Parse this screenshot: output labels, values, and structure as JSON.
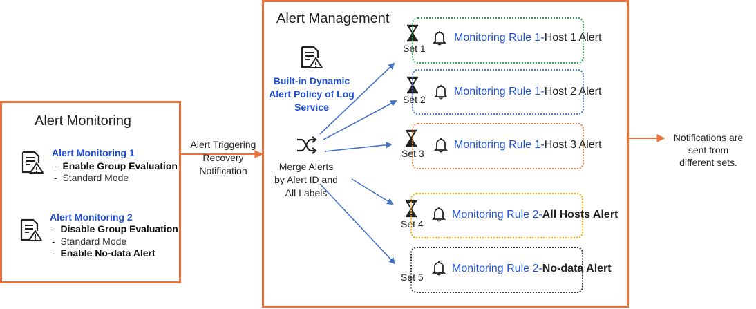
{
  "alert_monitoring": {
    "title": "Alert Monitoring",
    "items": [
      {
        "name": "Alert Monitoring 1",
        "lines": [
          {
            "bullet": "-",
            "text": "Enable Group Evaluation",
            "bold": true
          },
          {
            "bullet": "-",
            "text": "Standard Mode",
            "bold": false
          }
        ]
      },
      {
        "name": "Alert Monitoring 2",
        "lines": [
          {
            "bullet": "-",
            "text": "Disable Group Evaluation",
            "bold": true
          },
          {
            "bullet": "-",
            "text": "Standard Mode",
            "bold": false
          },
          {
            "bullet": "-",
            "text": "Enable No-data Alert",
            "bold": true
          }
        ]
      }
    ]
  },
  "trigger_label": {
    "line1": "Alert Triggering",
    "line2": "Recovery",
    "line3": "Notification"
  },
  "alert_management": {
    "title": "Alert Management",
    "policy": {
      "line1": "Built-in Dynamic",
      "line2": "Alert Policy of Log",
      "line3": "Service"
    },
    "merge": {
      "line1": "Merge Alerts",
      "line2": "by Alert ID and",
      "line3": "All Labels"
    },
    "sets": [
      {
        "set": "Set 1",
        "rule": "Monitoring Rule 1-",
        "suffix": "Host 1 Alert",
        "suffix_bold": false,
        "color": "#2aa84a"
      },
      {
        "set": "Set 2",
        "rule": "Monitoring Rule 1-",
        "suffix": "Host 2 Alert",
        "suffix_bold": false,
        "color": "#4a7fd0"
      },
      {
        "set": "Set 3",
        "rule": "Monitoring Rule 1-",
        "suffix": "Host 3 Alert",
        "suffix_bold": false,
        "color": "#e8803a"
      },
      {
        "set": "Set 4",
        "rule": "Monitoring Rule 2-",
        "suffix": "All Hosts Alert",
        "suffix_bold": true,
        "color": "#f2b400"
      },
      {
        "set": "Set 5",
        "rule": "Monitoring Rule 2-",
        "suffix": "No-data Alert",
        "suffix_bold": true,
        "color": "#333333"
      }
    ]
  },
  "notification": {
    "line1": "Notifications are",
    "line2": "sent from",
    "line3": "different sets."
  },
  "icons": {
    "document_alert": "document-warning-icon",
    "shuffle": "shuffle-merge-icon",
    "hourglass": "hourglass-icon",
    "bell": "bell-icon"
  },
  "colors": {
    "frame_orange": "#e8703a",
    "title_blue": "#1f4fd6",
    "arrow_blue": "#4472c4"
  }
}
